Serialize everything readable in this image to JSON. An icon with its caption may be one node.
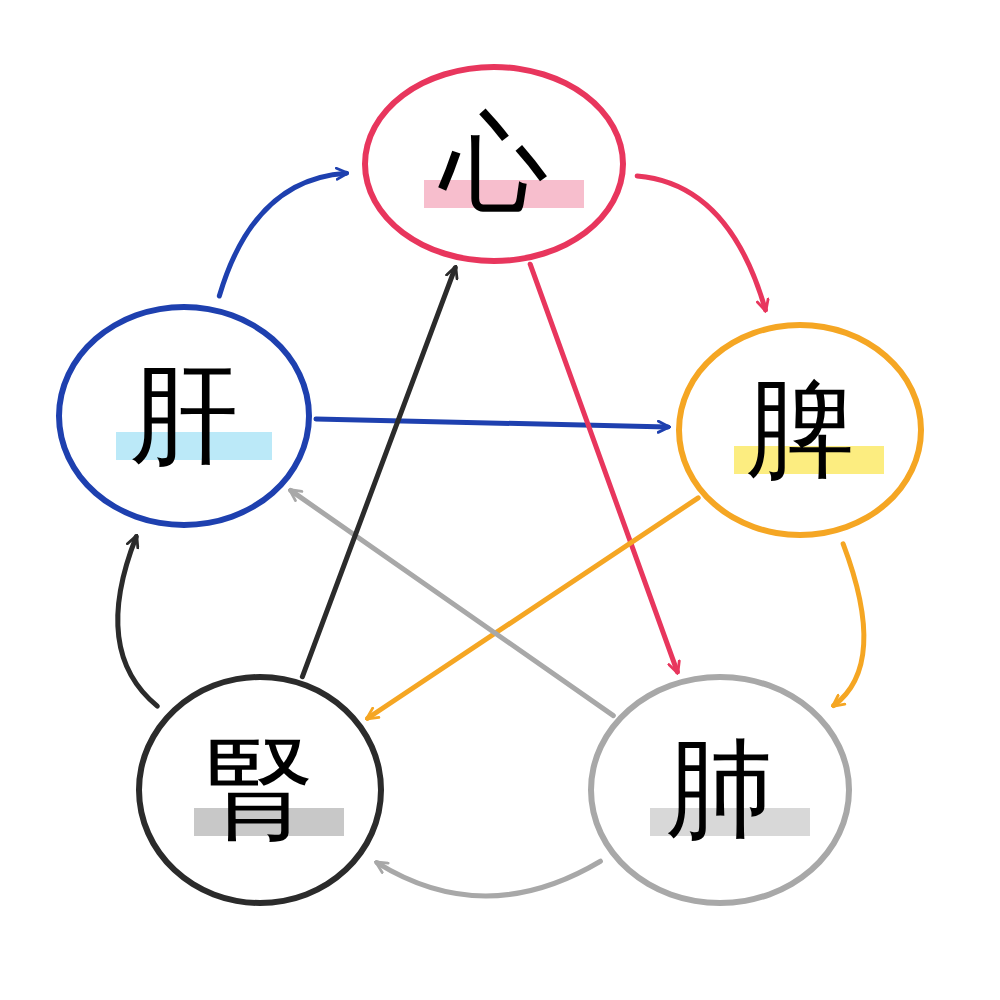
{
  "diagram": {
    "nodes": [
      {
        "text": [
          "心"
        ]
      },
      {
        "text": [
          "脾"
        ]
      },
      {
        "text": [
          "肺"
        ]
      },
      {
        "text": [
          "腎"
        ]
      },
      {
        "text": [
          "肝"
        ]
      }
    ],
    "edges": [
      {
        "from": 4,
        "to": 0,
        "arrow": "to",
        "color": "#1e40af"
      },
      {
        "from": 0,
        "to": 1,
        "arrow": "to",
        "color": "#e8365d"
      },
      {
        "from": 1,
        "to": 2,
        "arrow": "to",
        "color": "#f5a623"
      },
      {
        "from": 2,
        "to": 3,
        "arrow": "to",
        "color": "#a8a8a8"
      },
      {
        "from": 3,
        "to": 4,
        "arrow": "to",
        "color": "#2b2b2b"
      },
      {
        "from": 4,
        "to": 1,
        "arrow": "to",
        "color": "#1e40af"
      },
      {
        "from": 0,
        "to": 2,
        "arrow": "to",
        "color": "#e8365d"
      },
      {
        "from": 1,
        "to": 3,
        "arrow": "to",
        "color": "#f5a623"
      },
      {
        "from": 2,
        "to": 4,
        "arrow": "to",
        "color": "#a8a8a8"
      },
      {
        "from": 3,
        "to": 0,
        "arrow": "to",
        "color": "#2b2b2b"
      }
    ]
  }
}
